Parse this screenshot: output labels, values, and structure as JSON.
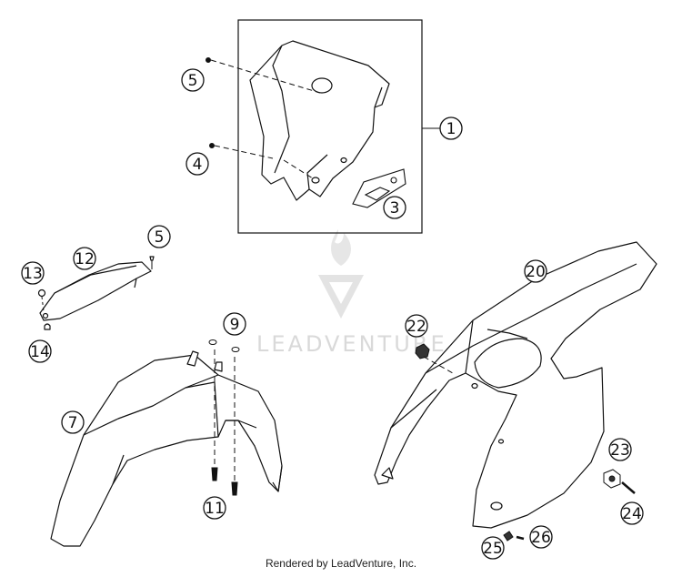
{
  "watermark": {
    "text": "LEADVENTURE"
  },
  "footer": {
    "text": "Rendered by LeadVenture, Inc."
  },
  "callouts": {
    "c1": "1",
    "c3": "3",
    "c4": "4",
    "c5a": "5",
    "c5b": "5",
    "c7": "7",
    "c9": "9",
    "c11": "11",
    "c12": "12",
    "c13": "13",
    "c14": "14",
    "c20": "20",
    "c22": "22",
    "c23": "23",
    "c24": "24",
    "c25": "25",
    "c26": "26"
  }
}
